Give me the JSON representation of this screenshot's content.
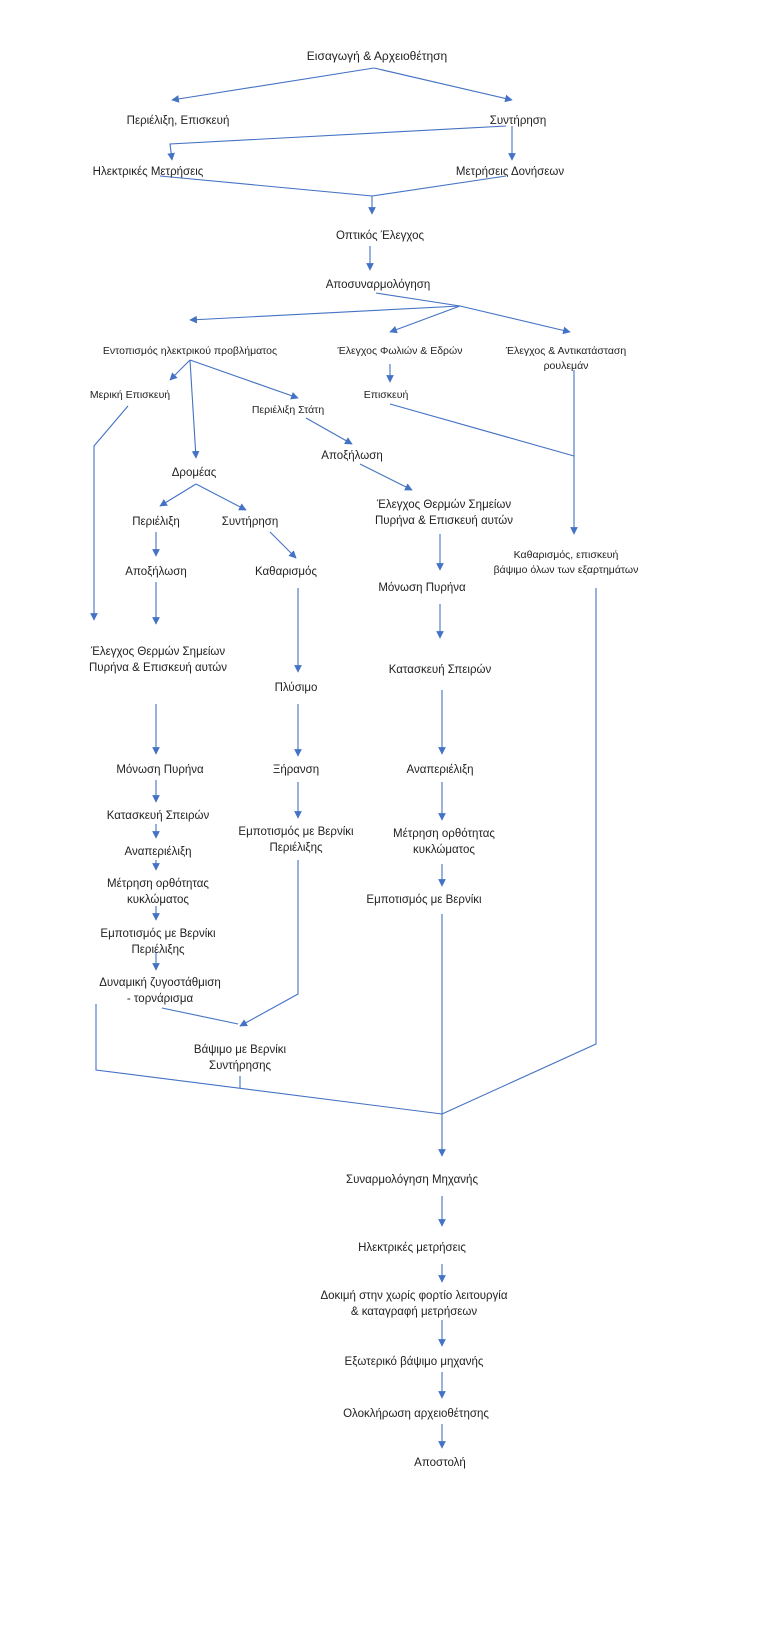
{
  "colors": {
    "line": "#4472c4",
    "text": "#222222"
  },
  "nodes": [
    {
      "id": "n1",
      "lines": [
        "Εισαγωγή & Αρχειοθέτηση"
      ]
    },
    {
      "id": "n2",
      "lines": [
        "Περιέλιξη, Επισκευή"
      ]
    },
    {
      "id": "n3",
      "lines": [
        "Συντήρηση"
      ]
    },
    {
      "id": "n4",
      "lines": [
        "Ηλεκτρικές Μετρήσεις"
      ]
    },
    {
      "id": "n5",
      "lines": [
        "Μετρήσεις Δονήσεων"
      ]
    },
    {
      "id": "n6",
      "lines": [
        "Οπτικός Έλεγχος"
      ]
    },
    {
      "id": "n7",
      "lines": [
        "Αποσυναρμολόγηση"
      ]
    },
    {
      "id": "n8",
      "lines": [
        "Εντοπισμός ηλεκτρικού προβλήματος"
      ]
    },
    {
      "id": "n9",
      "lines": [
        "Έλεγχος Φωλιών & Εδρών"
      ]
    },
    {
      "id": "n10",
      "lines": [
        "Έλεγχος & Αντικατάσταση",
        "ρουλεμάν"
      ]
    },
    {
      "id": "n11",
      "lines": [
        "Μερική Επισκευή"
      ]
    },
    {
      "id": "n12",
      "lines": [
        "Περιέλιξη Στάτη"
      ]
    },
    {
      "id": "n13",
      "lines": [
        "Επισκευή"
      ]
    },
    {
      "id": "n14",
      "lines": [
        "Δρομέας"
      ]
    },
    {
      "id": "n15",
      "lines": [
        "Αποξήλωση"
      ]
    },
    {
      "id": "n16",
      "lines": [
        "Περιέλιξη"
      ]
    },
    {
      "id": "n17",
      "lines": [
        "Συντήρηση"
      ]
    },
    {
      "id": "n18",
      "lines": [
        "Έλεγχος Θερμών Σημείων",
        "Πυρήνα & Επισκευή αυτών"
      ]
    },
    {
      "id": "n19",
      "lines": [
        "Αποξήλωση"
      ]
    },
    {
      "id": "n20",
      "lines": [
        "Καθαρισμός"
      ]
    },
    {
      "id": "n21",
      "lines": [
        "Καθαρισμός, επισκευή",
        "βάψιμο όλων των εξαρτημάτων"
      ]
    },
    {
      "id": "n22",
      "lines": [
        "Μόνωση Πυρήνα"
      ]
    },
    {
      "id": "n23",
      "lines": [
        "Έλεγχος Θερμών Σημείων",
        "Πυρήνα & Επισκευή αυτών"
      ]
    },
    {
      "id": "n24",
      "lines": [
        "Κατασκευή Σπειρών"
      ]
    },
    {
      "id": "n25",
      "lines": [
        "Πλύσιμο"
      ]
    },
    {
      "id": "n26",
      "lines": [
        "Μόνωση Πυρήνα"
      ]
    },
    {
      "id": "n27",
      "lines": [
        "Ξήρανση"
      ]
    },
    {
      "id": "n28",
      "lines": [
        "Αναπεριέλιξη"
      ]
    },
    {
      "id": "n29",
      "lines": [
        "Κατασκευή Σπειρών"
      ]
    },
    {
      "id": "n30",
      "lines": [
        "Εμποτισμός με Βερνίκι",
        "Περιέλιξης"
      ]
    },
    {
      "id": "n31",
      "lines": [
        "Μέτρηση ορθότητας",
        "κυκλώματος"
      ]
    },
    {
      "id": "n32",
      "lines": [
        "Αναπεριέλιξη"
      ]
    },
    {
      "id": "n33",
      "lines": [
        "Μέτρηση ορθότητας",
        "κυκλώματος"
      ]
    },
    {
      "id": "n34",
      "lines": [
        "Εμποτισμός με Βερνίκι"
      ]
    },
    {
      "id": "n35",
      "lines": [
        "Εμποτισμός με Βερνίκι",
        "Περιέλιξης"
      ]
    },
    {
      "id": "n36",
      "lines": [
        "Δυναμική ζυγοστάθμιση",
        "- τορνάρισμα"
      ]
    },
    {
      "id": "n37",
      "lines": [
        "Βάψιμο με Βερνίκι",
        "Συντήρησης"
      ]
    },
    {
      "id": "n38",
      "lines": [
        "Συναρμολόγηση Μηχανής"
      ]
    },
    {
      "id": "n39",
      "lines": [
        "Ηλεκτρικές μετρήσεις"
      ]
    },
    {
      "id": "n40",
      "lines": [
        "Δοκιμή στην χωρίς φορτίο λειτουργία",
        "& καταγραφή μετρήσεων"
      ]
    },
    {
      "id": "n41",
      "lines": [
        "Εξωτερικό βάψιμο μηχανής"
      ]
    },
    {
      "id": "n42",
      "lines": [
        "Ολοκλήρωση αρχειοθέτησης"
      ]
    },
    {
      "id": "n43",
      "lines": [
        "Αποστολή"
      ]
    }
  ]
}
